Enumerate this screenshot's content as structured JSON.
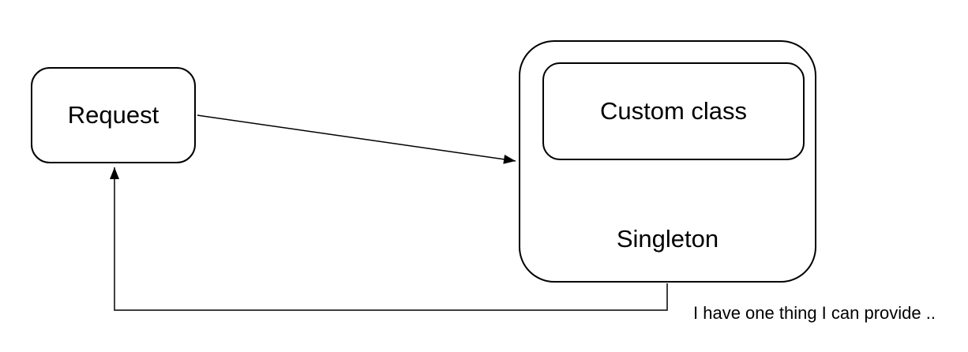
{
  "diagram": {
    "request_label": "Request",
    "custom_class_label": "Custom class",
    "singleton_label": "Singleton",
    "caption": "I have one thing I can provide ..",
    "colors": {
      "stroke": "#000000",
      "text": "#000000",
      "background": "#ffffff"
    },
    "arrows": [
      {
        "name": "request-to-singleton",
        "from": "Request",
        "to": "Singleton"
      },
      {
        "name": "singleton-to-request",
        "from": "Singleton",
        "to": "Request"
      }
    ]
  }
}
